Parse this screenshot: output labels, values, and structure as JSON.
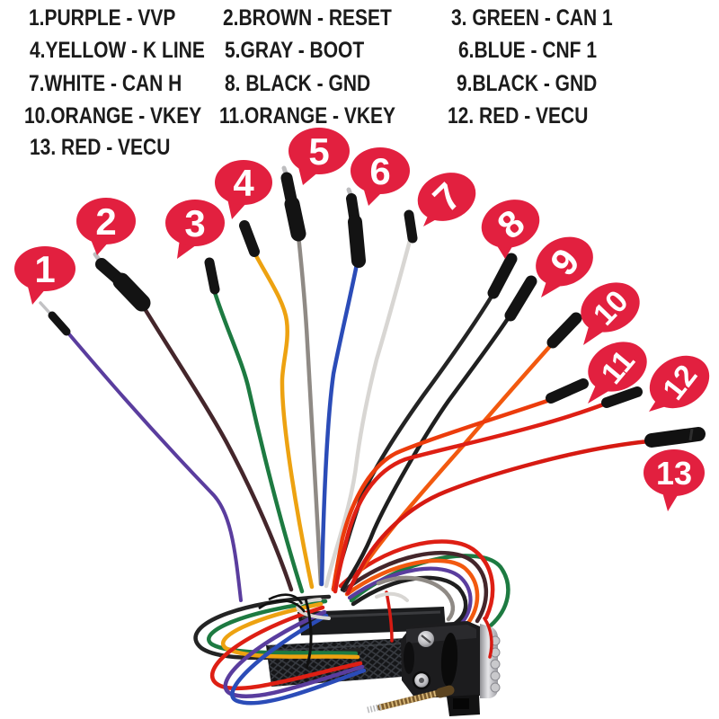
{
  "legend": {
    "items": [
      "1.PURPLE - VVP",
      "2.BROWN - RESET",
      "3. GREEN - CAN 1",
      "4.YELLOW - K LINE",
      "5.GRAY - BOOT",
      "6.BLUE - CNF 1",
      "7.WHITE - CAN H",
      "8. BLACK - GND",
      "9.BLACK - GND",
      "10.ORANGE - VKEY",
      "11.ORANGE - VKEY",
      "12. RED - VECU",
      "13. RED - VECU"
    ]
  },
  "balloon": {
    "color": "#e2203f",
    "number_color": "#ffffff",
    "numbers": [
      "1",
      "2",
      "3",
      "4",
      "5",
      "6",
      "7",
      "8",
      "9",
      "10",
      "11",
      "12",
      "13"
    ]
  },
  "wires": [
    {
      "num": 1,
      "color_name": "PURPLE",
      "signal": "VVP",
      "hex": "#5a3d9e"
    },
    {
      "num": 2,
      "color_name": "BROWN",
      "signal": "RESET",
      "hex": "#44262b"
    },
    {
      "num": 3,
      "color_name": "GREEN",
      "signal": "CAN 1",
      "hex": "#1d7a41"
    },
    {
      "num": 4,
      "color_name": "YELLOW",
      "signal": "K LINE",
      "hex": "#eda211"
    },
    {
      "num": 5,
      "color_name": "GRAY",
      "signal": "BOOT",
      "hex": "#8f8a85"
    },
    {
      "num": 6,
      "color_name": "BLUE",
      "signal": "CNF 1",
      "hex": "#2b4cb8"
    },
    {
      "num": 7,
      "color_name": "WHITE",
      "signal": "CAN H",
      "hex": "#d8d6d3"
    },
    {
      "num": 8,
      "color_name": "BLACK",
      "signal": "GND",
      "hex": "#242424"
    },
    {
      "num": 9,
      "color_name": "BLACK",
      "signal": "GND",
      "hex": "#1f1f1f"
    },
    {
      "num": 10,
      "color_name": "ORANGE",
      "signal": "VKEY",
      "hex": "#f2590f"
    },
    {
      "num": 11,
      "color_name": "ORANGE",
      "signal": "VKEY",
      "hex": "#ec3c0c"
    },
    {
      "num": 12,
      "color_name": "RED",
      "signal": "VECU",
      "hex": "#de1f14"
    },
    {
      "num": 13,
      "color_name": "RED",
      "signal": "VECU",
      "hex": "#d61a12"
    }
  ]
}
